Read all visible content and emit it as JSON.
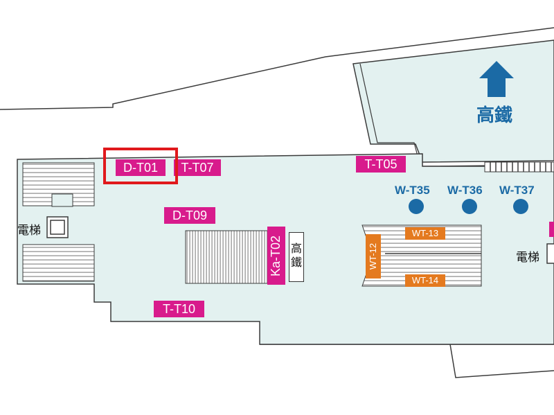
{
  "map": {
    "colors": {
      "floor": "#e3f1f0",
      "outline": "#3a3a3a",
      "gate_pink": "#d81b8c",
      "gate_orange": "#e47a1f",
      "gate_blue": "#1b6aa5",
      "highlight": "#e0191c"
    },
    "icons": [
      "up-arrow-icon",
      "elevator-icon",
      "escalator-icon",
      "turnstile-icon"
    ],
    "thsr_direction": {
      "label": "高鐵"
    },
    "thsr_side": {
      "char1": "高",
      "char2": "鐵"
    },
    "elevators": {
      "left": "電梯",
      "right": "電梯"
    },
    "gates_pink": {
      "d_t01": "D-T01",
      "t_t07": "T-T07",
      "t_t05": "T-T05",
      "d_t09": "D-T09",
      "ka_t02": "Ka-T02",
      "t_t10": "T-T10"
    },
    "gates_orange": {
      "wt_13": "WT-13",
      "wt_14": "WT-14",
      "wt_12": "WT-12"
    },
    "gates_blue": {
      "w_t35": "W-T35",
      "w_t36": "W-T36",
      "w_t37": "W-T37"
    },
    "highlighted_gate": "D-T01"
  }
}
